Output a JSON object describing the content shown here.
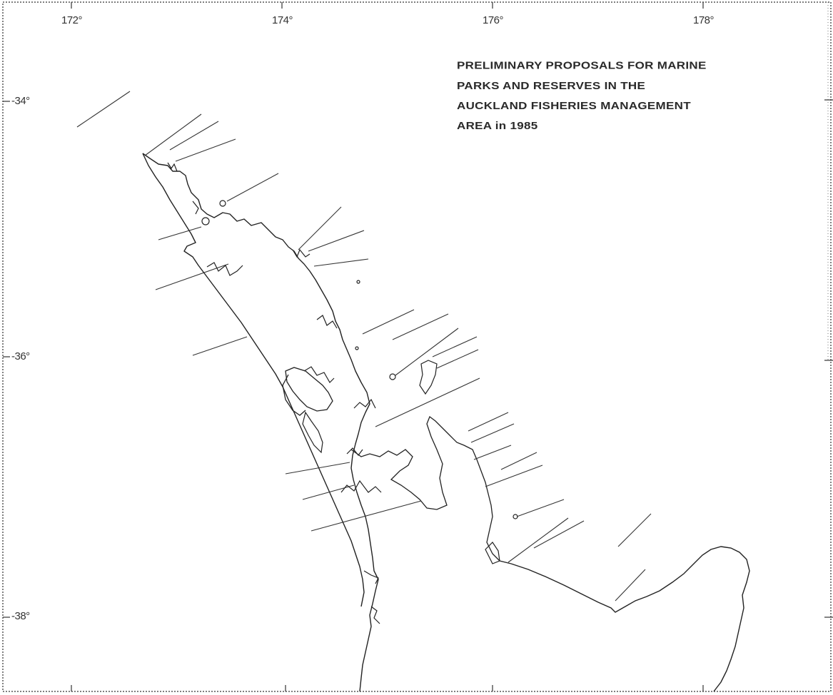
{
  "map": {
    "title_lines": [
      "PRELIMINARY PROPOSALS FOR MARINE",
      "PARKS AND RESERVES IN THE",
      "AUCKLAND FISHERIES MANAGEMENT",
      "AREA in 1985"
    ],
    "longitude_labels": [
      "172°",
      "174°",
      "176°",
      "178°"
    ],
    "latitude_labels": [
      "-34°",
      "-36°",
      "-38°"
    ],
    "line_color": "#222222",
    "frame_color": "#555555"
  }
}
